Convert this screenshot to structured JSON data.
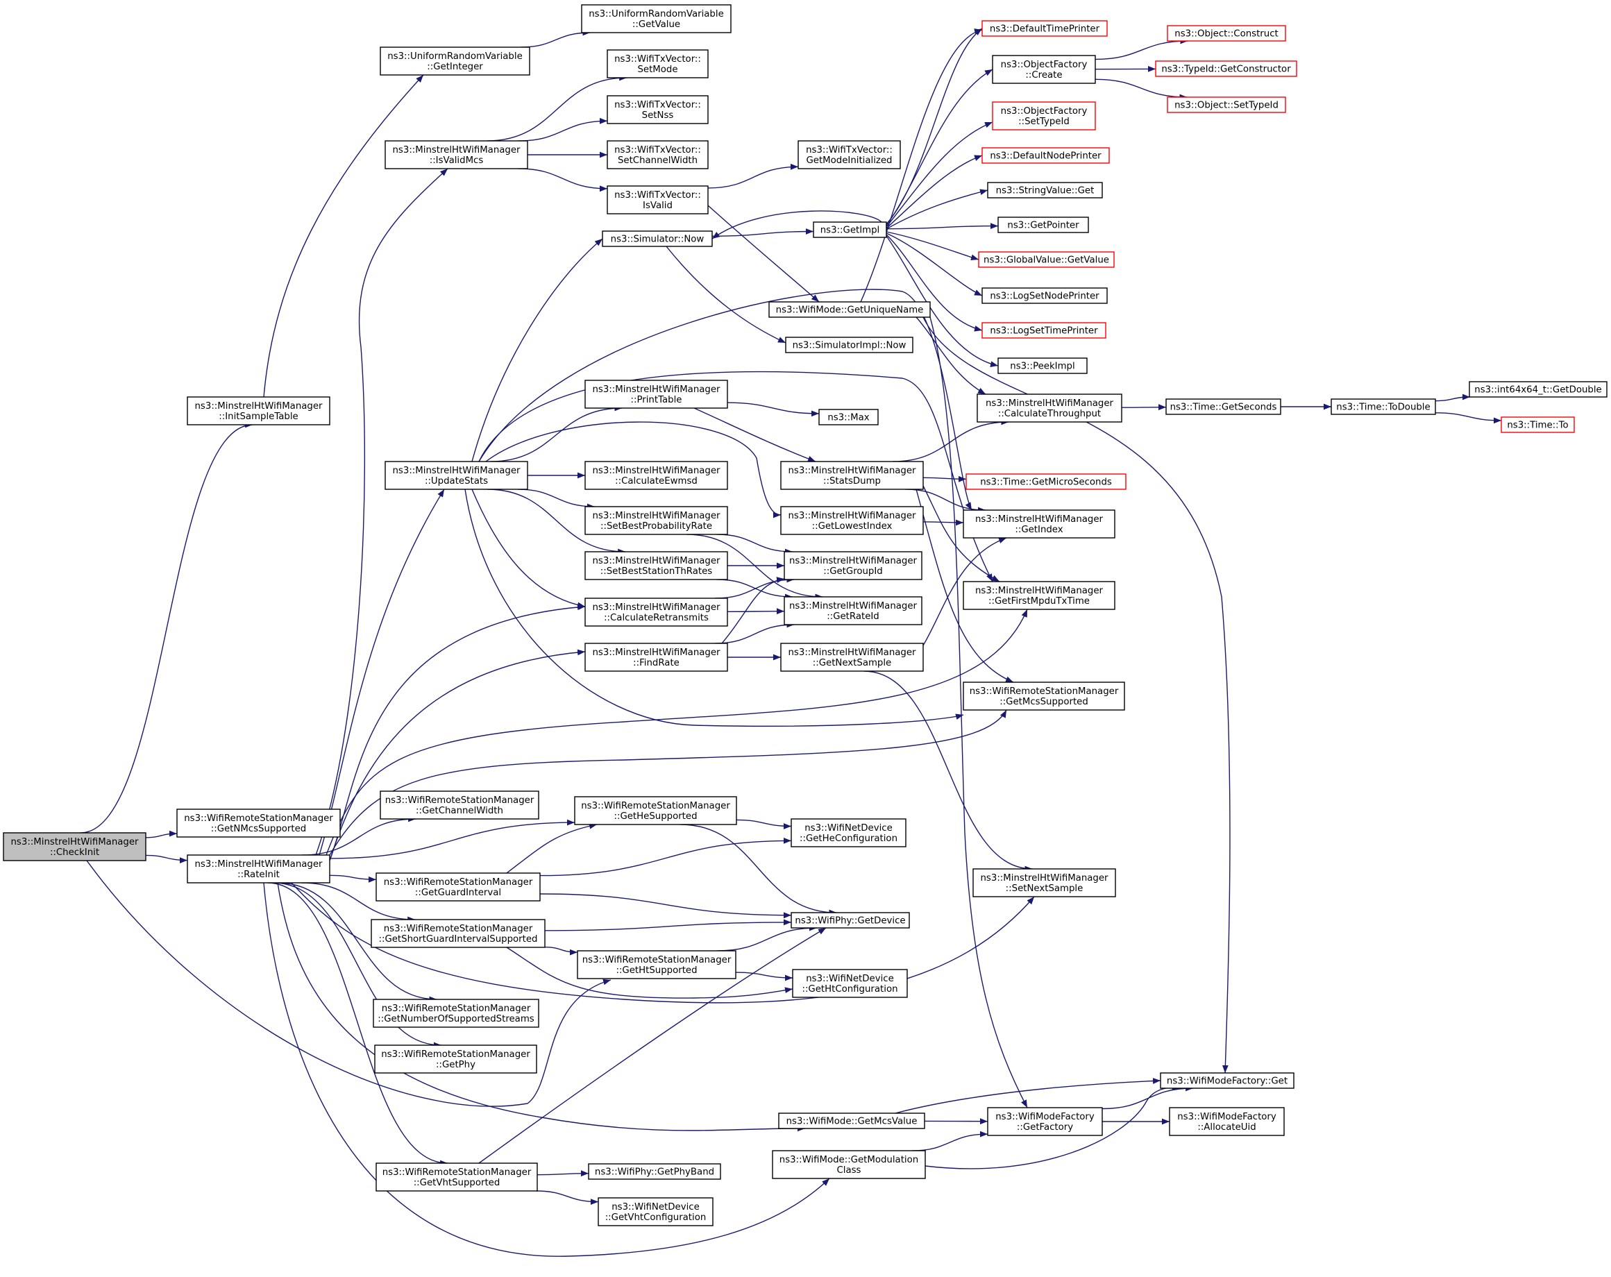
{
  "nodes": [
    {
      "id": "checkinit",
      "lines": [
        "ns3::MinstrelHtWifiManager",
        "::CheckInit"
      ],
      "style": "focus"
    },
    {
      "id": "initsample",
      "lines": [
        "ns3::MinstrelHtWifiManager",
        "::InitSampleTable"
      ],
      "style": "normal"
    },
    {
      "id": "getnmcs",
      "lines": [
        "ns3::WifiRemoteStationManager",
        "::GetNMcsSupported"
      ],
      "style": "normal"
    },
    {
      "id": "rateinit",
      "lines": [
        "ns3::MinstrelHtWifiManager",
        "::RateInit"
      ],
      "style": "normal"
    },
    {
      "id": "getinteger",
      "lines": [
        "ns3::UniformRandomVariable",
        "::GetInteger"
      ],
      "style": "normal"
    },
    {
      "id": "getvalue_urv",
      "lines": [
        "ns3::UniformRandomVariable",
        "::GetValue"
      ],
      "style": "normal"
    },
    {
      "id": "isvalidmcs",
      "lines": [
        "ns3::MinstrelHtWifiManager",
        "::IsValidMcs"
      ],
      "style": "normal"
    },
    {
      "id": "updatestats",
      "lines": [
        "ns3::MinstrelHtWifiManager",
        "::UpdateStats"
      ],
      "style": "normal"
    },
    {
      "id": "getchannelwidth",
      "lines": [
        "ns3::WifiRemoteStationManager",
        "::GetChannelWidth"
      ],
      "style": "normal"
    },
    {
      "id": "getguardinterval",
      "lines": [
        "ns3::WifiRemoteStationManager",
        "::GetGuardInterval"
      ],
      "style": "normal"
    },
    {
      "id": "getshortgi",
      "lines": [
        "ns3::WifiRemoteStationManager",
        "::GetShortGuardIntervalSupported"
      ],
      "style": "normal"
    },
    {
      "id": "getnumstreams",
      "lines": [
        "ns3::WifiRemoteStationManager",
        "::GetNumberOfSupportedStreams"
      ],
      "style": "normal"
    },
    {
      "id": "getphy",
      "lines": [
        "ns3::WifiRemoteStationManager",
        "::GetPhy"
      ],
      "style": "normal"
    },
    {
      "id": "getvhtsupported",
      "lines": [
        "ns3::WifiRemoteStationManager",
        "::GetVhtSupported"
      ],
      "style": "normal"
    },
    {
      "id": "setmode",
      "lines": [
        "ns3::WifiTxVector::",
        "SetMode"
      ],
      "style": "normal"
    },
    {
      "id": "setnss",
      "lines": [
        "ns3::WifiTxVector::",
        "SetNss"
      ],
      "style": "normal"
    },
    {
      "id": "setchannelwidth",
      "lines": [
        "ns3::WifiTxVector::",
        "SetChannelWidth"
      ],
      "style": "normal"
    },
    {
      "id": "isvalid",
      "lines": [
        "ns3::WifiTxVector::",
        "IsValid"
      ],
      "style": "normal"
    },
    {
      "id": "simnow",
      "lines": [
        "ns3::Simulator::Now"
      ],
      "style": "normal"
    },
    {
      "id": "printtable",
      "lines": [
        "ns3::MinstrelHtWifiManager",
        "::PrintTable"
      ],
      "style": "normal"
    },
    {
      "id": "calcewmsd",
      "lines": [
        "ns3::MinstrelHtWifiManager",
        "::CalculateEwmsd"
      ],
      "style": "normal"
    },
    {
      "id": "setbestprob",
      "lines": [
        "ns3::MinstrelHtWifiManager",
        "::SetBestProbabilityRate"
      ],
      "style": "normal"
    },
    {
      "id": "setbestth",
      "lines": [
        "ns3::MinstrelHtWifiManager",
        "::SetBestStationThRates"
      ],
      "style": "normal"
    },
    {
      "id": "calcretrans",
      "lines": [
        "ns3::MinstrelHtWifiManager",
        "::CalculateRetransmits"
      ],
      "style": "normal"
    },
    {
      "id": "findrate",
      "lines": [
        "ns3::MinstrelHtWifiManager",
        "::FindRate"
      ],
      "style": "normal"
    },
    {
      "id": "gethesupported",
      "lines": [
        "ns3::WifiRemoteStationManager",
        "::GetHeSupported"
      ],
      "style": "normal"
    },
    {
      "id": "gethtsupported",
      "lines": [
        "ns3::WifiRemoteStationManager",
        "::GetHtSupported"
      ],
      "style": "normal"
    },
    {
      "id": "getphyband",
      "lines": [
        "ns3::WifiPhy::GetPhyBand"
      ],
      "style": "normal"
    },
    {
      "id": "getvhtconfig",
      "lines": [
        "ns3::WifiNetDevice",
        "::GetVhtConfiguration"
      ],
      "style": "normal"
    },
    {
      "id": "getmodeinit",
      "lines": [
        "ns3::WifiTxVector::",
        "GetModeInitialized"
      ],
      "style": "normal"
    },
    {
      "id": "getimpl",
      "lines": [
        "ns3::GetImpl"
      ],
      "style": "normal"
    },
    {
      "id": "getuniquename",
      "lines": [
        "ns3::WifiMode::GetUniqueName"
      ],
      "style": "normal"
    },
    {
      "id": "simimplnow",
      "lines": [
        "ns3::SimulatorImpl::Now"
      ],
      "style": "normal"
    },
    {
      "id": "max",
      "lines": [
        "ns3::Max"
      ],
      "style": "normal"
    },
    {
      "id": "statsdump",
      "lines": [
        "ns3::MinstrelHtWifiManager",
        "::StatsDump"
      ],
      "style": "normal"
    },
    {
      "id": "getlowestindex",
      "lines": [
        "ns3::MinstrelHtWifiManager",
        "::GetLowestIndex"
      ],
      "style": "normal"
    },
    {
      "id": "getgroupid",
      "lines": [
        "ns3::MinstrelHtWifiManager",
        "::GetGroupId"
      ],
      "style": "normal"
    },
    {
      "id": "getrateid",
      "lines": [
        "ns3::MinstrelHtWifiManager",
        "::GetRateId"
      ],
      "style": "normal"
    },
    {
      "id": "getnextsample",
      "lines": [
        "ns3::MinstrelHtWifiManager",
        "::GetNextSample"
      ],
      "style": "normal"
    },
    {
      "id": "getheconfig",
      "lines": [
        "ns3::WifiNetDevice",
        "::GetHeConfiguration"
      ],
      "style": "normal"
    },
    {
      "id": "getdevice",
      "lines": [
        "ns3::WifiPhy::GetDevice"
      ],
      "style": "normal"
    },
    {
      "id": "gethtconfig",
      "lines": [
        "ns3::WifiNetDevice",
        "::GetHtConfiguration"
      ],
      "style": "normal"
    },
    {
      "id": "getmcsvalue",
      "lines": [
        "ns3::WifiMode::GetMcsValue"
      ],
      "style": "normal"
    },
    {
      "id": "getmodclass",
      "lines": [
        "ns3::WifiMode::GetModulation",
        "Class"
      ],
      "style": "normal"
    },
    {
      "id": "deftimeprinter",
      "lines": [
        "ns3::DefaultTimePrinter"
      ],
      "style": "red"
    },
    {
      "id": "objfactcreate",
      "lines": [
        "ns3::ObjectFactory",
        "::Create"
      ],
      "style": "normal"
    },
    {
      "id": "objfactsettypeid",
      "lines": [
        "ns3::ObjectFactory",
        "::SetTypeId"
      ],
      "style": "red"
    },
    {
      "id": "defnodeprinter",
      "lines": [
        "ns3::DefaultNodePrinter"
      ],
      "style": "red"
    },
    {
      "id": "stringvalueget",
      "lines": [
        "ns3::StringValue::Get"
      ],
      "style": "normal"
    },
    {
      "id": "getpointer",
      "lines": [
        "ns3::GetPointer"
      ],
      "style": "normal"
    },
    {
      "id": "globalvalue",
      "lines": [
        "ns3::GlobalValue::GetValue"
      ],
      "style": "red"
    },
    {
      "id": "logsetnode",
      "lines": [
        "ns3::LogSetNodePrinter"
      ],
      "style": "normal"
    },
    {
      "id": "logsettime",
      "lines": [
        "ns3::LogSetTimePrinter"
      ],
      "style": "red"
    },
    {
      "id": "peekimpl",
      "lines": [
        "ns3::PeekImpl"
      ],
      "style": "normal"
    },
    {
      "id": "calcthroughput",
      "lines": [
        "ns3::MinstrelHtWifiManager",
        "::CalculateThroughput"
      ],
      "style": "normal"
    },
    {
      "id": "getmicroseconds",
      "lines": [
        "ns3::Time::GetMicroSeconds"
      ],
      "style": "red"
    },
    {
      "id": "getindex",
      "lines": [
        "ns3::MinstrelHtWifiManager",
        "::GetIndex"
      ],
      "style": "normal"
    },
    {
      "id": "getfirstmpdu",
      "lines": [
        "ns3::MinstrelHtWifiManager",
        "::GetFirstMpduTxTime"
      ],
      "style": "normal"
    },
    {
      "id": "getmcssupported",
      "lines": [
        "ns3::WifiRemoteStationManager",
        "::GetMcsSupported"
      ],
      "style": "normal"
    },
    {
      "id": "setnextsample",
      "lines": [
        "ns3::MinstrelHtWifiManager",
        "::SetNextSample"
      ],
      "style": "normal"
    },
    {
      "id": "wifimodefactget",
      "lines": [
        "ns3::WifiModeFactory::Get"
      ],
      "style": "normal"
    },
    {
      "id": "getfactory",
      "lines": [
        "ns3::WifiModeFactory",
        "::GetFactory"
      ],
      "style": "normal"
    },
    {
      "id": "allocateuid",
      "lines": [
        "ns3::WifiModeFactory",
        "::AllocateUid"
      ],
      "style": "normal"
    },
    {
      "id": "objconstruct",
      "lines": [
        "ns3::Object::Construct"
      ],
      "style": "red"
    },
    {
      "id": "typeidgetctor",
      "lines": [
        "ns3::TypeId::GetConstructor"
      ],
      "style": "red"
    },
    {
      "id": "objsettypeid",
      "lines": [
        "ns3::Object::SetTypeId"
      ],
      "style": "red"
    },
    {
      "id": "gettimeseconds",
      "lines": [
        "ns3::Time::GetSeconds"
      ],
      "style": "normal"
    },
    {
      "id": "todouble",
      "lines": [
        "ns3::Time::ToDouble"
      ],
      "style": "normal"
    },
    {
      "id": "int64getdouble",
      "lines": [
        "ns3::int64x64_t::GetDouble"
      ],
      "style": "normal"
    },
    {
      "id": "timeto",
      "lines": [
        "ns3::Time::To"
      ],
      "style": "red"
    }
  ]
}
